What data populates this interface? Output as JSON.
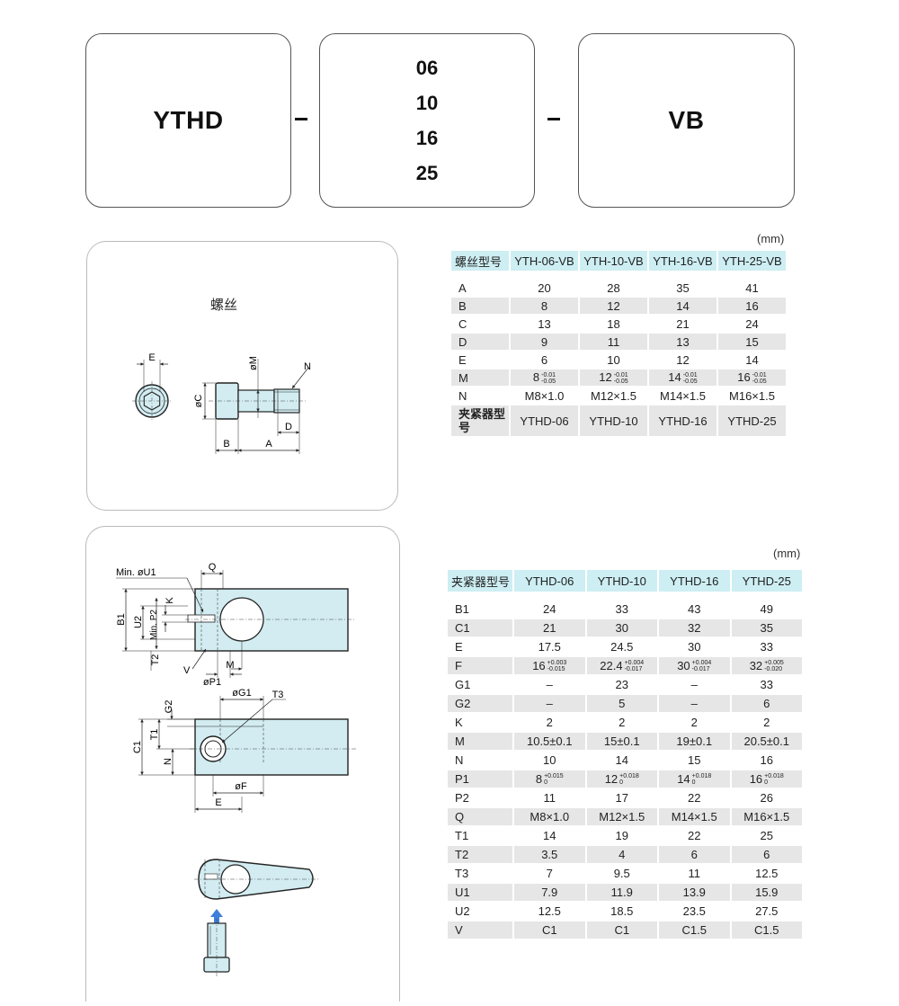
{
  "code": {
    "part1": "YTHD",
    "sizes": [
      "06",
      "10",
      "16",
      "25"
    ],
    "part3": "VB"
  },
  "screw_panel": {
    "title": "螺丝",
    "labels": {
      "E": "E",
      "M": "øM",
      "N": "N",
      "C": "øC",
      "D": "D",
      "B": "B",
      "A": "A"
    }
  },
  "clamp_panel": {
    "labels": {
      "U1": "Min. øU1",
      "Q": "Q",
      "K": "K",
      "B1": "B1",
      "U2": "U2",
      "P2": "Min. P2",
      "T2": "T2",
      "V": "V",
      "P1": "øP1",
      "M": "M",
      "G2": "G2",
      "G1": "øG1",
      "T3": "T3",
      "C1": "C1",
      "T1": "T1",
      "N": "N",
      "F": "øF",
      "E": "E"
    }
  },
  "screw_table": {
    "unit": "(mm)",
    "headers": [
      "螺丝型号",
      "YTH-06-VB",
      "YTH-10-VB",
      "YTH-16-VB",
      "YTH-25-VB"
    ],
    "rows": [
      {
        "label": "A",
        "cells": [
          {
            "v": "20"
          },
          {
            "v": "28"
          },
          {
            "v": "35"
          },
          {
            "v": "41"
          }
        ]
      },
      {
        "label": "B",
        "cells": [
          {
            "v": "8"
          },
          {
            "v": "12"
          },
          {
            "v": "14"
          },
          {
            "v": "16"
          }
        ]
      },
      {
        "label": "C",
        "cells": [
          {
            "v": "13"
          },
          {
            "v": "18"
          },
          {
            "v": "21"
          },
          {
            "v": "24"
          }
        ]
      },
      {
        "label": "D",
        "cells": [
          {
            "v": "9"
          },
          {
            "v": "11"
          },
          {
            "v": "13"
          },
          {
            "v": "15"
          }
        ]
      },
      {
        "label": "E",
        "cells": [
          {
            "v": "6"
          },
          {
            "v": "10"
          },
          {
            "v": "12"
          },
          {
            "v": "14"
          }
        ]
      },
      {
        "label": "M",
        "cells": [
          {
            "v": "8",
            "up": "-0.01",
            "lo": "-0.05"
          },
          {
            "v": "12",
            "up": "-0.01",
            "lo": "-0.05"
          },
          {
            "v": "14",
            "up": "-0.01",
            "lo": "-0.05"
          },
          {
            "v": "16",
            "up": "-0.01",
            "lo": "-0.05"
          }
        ]
      },
      {
        "label": "N",
        "cells": [
          {
            "v": "M8×1.0"
          },
          {
            "v": "M12×1.5"
          },
          {
            "v": "M14×1.5"
          },
          {
            "v": "M16×1.5"
          }
        ]
      },
      {
        "label": "夹紧器型号",
        "cells": [
          {
            "v": "YTHD-06"
          },
          {
            "v": "YTHD-10"
          },
          {
            "v": "YTHD-16"
          },
          {
            "v": "YTHD-25"
          }
        ]
      }
    ]
  },
  "clamp_table": {
    "unit": "(mm)",
    "headers": [
      "夹紧器型号",
      "YTHD-06",
      "YTHD-10",
      "YTHD-16",
      "YTHD-25"
    ],
    "rows": [
      {
        "label": "B1",
        "cells": [
          {
            "v": "24"
          },
          {
            "v": "33"
          },
          {
            "v": "43"
          },
          {
            "v": "49"
          }
        ]
      },
      {
        "label": "C1",
        "cells": [
          {
            "v": "21"
          },
          {
            "v": "30"
          },
          {
            "v": "32"
          },
          {
            "v": "35"
          }
        ]
      },
      {
        "label": "E",
        "cells": [
          {
            "v": "17.5"
          },
          {
            "v": "24.5"
          },
          {
            "v": "30"
          },
          {
            "v": "33"
          }
        ]
      },
      {
        "label": "F",
        "cells": [
          {
            "v": "16",
            "up": "+0.003",
            "lo": "-0.015"
          },
          {
            "v": "22.4",
            "up": "+0.004",
            "lo": "-0.017"
          },
          {
            "v": "30",
            "up": "+0.004",
            "lo": "-0.017"
          },
          {
            "v": "32",
            "up": "+0.005",
            "lo": "-0.020"
          }
        ]
      },
      {
        "label": "G1",
        "cells": [
          {
            "v": "–"
          },
          {
            "v": "23"
          },
          {
            "v": "–"
          },
          {
            "v": "33"
          }
        ]
      },
      {
        "label": "G2",
        "cells": [
          {
            "v": "–"
          },
          {
            "v": "5"
          },
          {
            "v": "–"
          },
          {
            "v": "6"
          }
        ]
      },
      {
        "label": "K",
        "cells": [
          {
            "v": "2"
          },
          {
            "v": "2"
          },
          {
            "v": "2"
          },
          {
            "v": "2"
          }
        ]
      },
      {
        "label": "M",
        "cells": [
          {
            "v": "10.5±0.1"
          },
          {
            "v": "15±0.1"
          },
          {
            "v": "19±0.1"
          },
          {
            "v": "20.5±0.1"
          }
        ]
      },
      {
        "label": "N",
        "cells": [
          {
            "v": "10"
          },
          {
            "v": "14"
          },
          {
            "v": "15"
          },
          {
            "v": "16"
          }
        ]
      },
      {
        "label": "P1",
        "cells": [
          {
            "v": "8",
            "up": "+0.015",
            "lo": "0"
          },
          {
            "v": "12",
            "up": "+0.018",
            "lo": "0"
          },
          {
            "v": "14",
            "up": "+0.018",
            "lo": "0"
          },
          {
            "v": "16",
            "up": "+0.018",
            "lo": "0"
          }
        ]
      },
      {
        "label": "P2",
        "cells": [
          {
            "v": "11"
          },
          {
            "v": "17"
          },
          {
            "v": "22"
          },
          {
            "v": "26"
          }
        ]
      },
      {
        "label": "Q",
        "cells": [
          {
            "v": "M8×1.0"
          },
          {
            "v": "M12×1.5"
          },
          {
            "v": "M14×1.5"
          },
          {
            "v": "M16×1.5"
          }
        ]
      },
      {
        "label": "T1",
        "cells": [
          {
            "v": "14"
          },
          {
            "v": "19"
          },
          {
            "v": "22"
          },
          {
            "v": "25"
          }
        ]
      },
      {
        "label": "T2",
        "cells": [
          {
            "v": "3.5"
          },
          {
            "v": "4"
          },
          {
            "v": "6"
          },
          {
            "v": "6"
          }
        ]
      },
      {
        "label": "T3",
        "cells": [
          {
            "v": "7"
          },
          {
            "v": "9.5"
          },
          {
            "v": "11"
          },
          {
            "v": "12.5"
          }
        ]
      },
      {
        "label": "U1",
        "cells": [
          {
            "v": "7.9"
          },
          {
            "v": "11.9"
          },
          {
            "v": "13.9"
          },
          {
            "v": "15.9"
          }
        ]
      },
      {
        "label": "U2",
        "cells": [
          {
            "v": "12.5"
          },
          {
            "v": "18.5"
          },
          {
            "v": "23.5"
          },
          {
            "v": "27.5"
          }
        ]
      },
      {
        "label": "V",
        "cells": [
          {
            "v": "C1"
          },
          {
            "v": "C1"
          },
          {
            "v": "C1.5"
          },
          {
            "v": "C1.5"
          }
        ]
      }
    ]
  }
}
